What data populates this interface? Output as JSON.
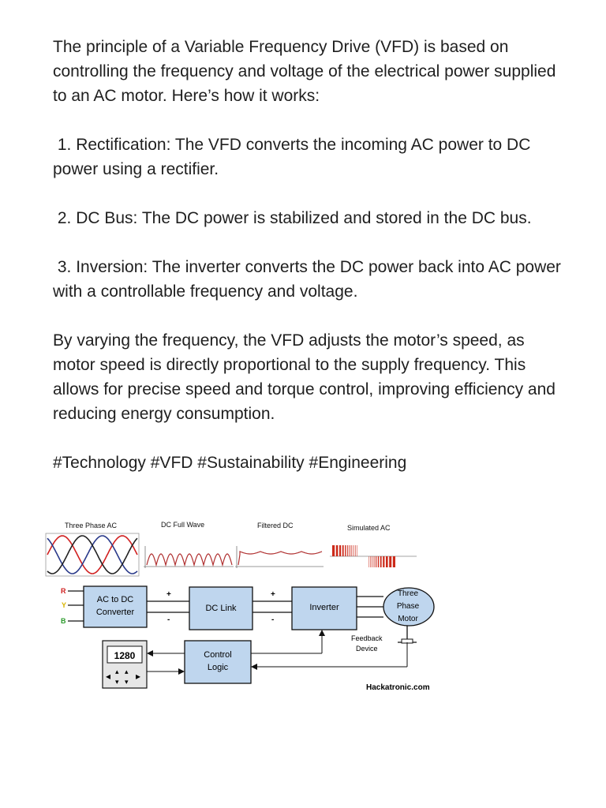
{
  "post": {
    "paragraphs": [
      "The principle of a Variable Frequency Drive (VFD) is based on controlling the frequency and voltage of the electrical power supplied to an AC motor. Here’s how it works:",
      " 1. Rectification: The VFD converts the incoming AC power to DC power using a rectifier.",
      " 2. DC Bus: The DC power is stabilized and stored in the DC bus.",
      " 3. Inversion: The inverter converts the DC power back into AC power with a controllable frequency and voltage.",
      "By varying the frequency, the VFD adjusts the motor’s speed, as motor speed is directly proportional to the supply frequency. This allows for precise speed and torque control, improving efficiency and reducing energy consumption."
    ],
    "hashtags": "#Technology #VFD #Sustainability #Engineering"
  },
  "diagram": {
    "waveform_labels": {
      "three_phase": "Three Phase AC",
      "dc_full_wave": "DC Full Wave",
      "filtered_dc": "Filtered DC",
      "simulated_ac": "Simulated AC"
    },
    "phases": {
      "r": "R",
      "y": "Y",
      "b": "B"
    },
    "blocks": {
      "converter_line1": "AC to DC",
      "converter_line2": "Converter",
      "dc_link": "DC Link",
      "inverter": "Inverter",
      "motor_line1": "Three",
      "motor_line2": "Phase",
      "motor_line3": "Motor",
      "control_line1": "Control",
      "control_line2": "Logic"
    },
    "polarity": {
      "plus": "+",
      "minus": "-"
    },
    "feedback_line1": "Feedback",
    "feedback_line2": "Device",
    "keypad_display": "1280",
    "credit": "Hackatronic.com",
    "colors": {
      "block_fill": "#bfd6ee",
      "phase_r": "#d02020",
      "phase_y": "#d8b400",
      "phase_b": "#2a9a2a",
      "wave_dc": "#b03030",
      "wave_sim_ac": "#cc2a1a"
    }
  }
}
